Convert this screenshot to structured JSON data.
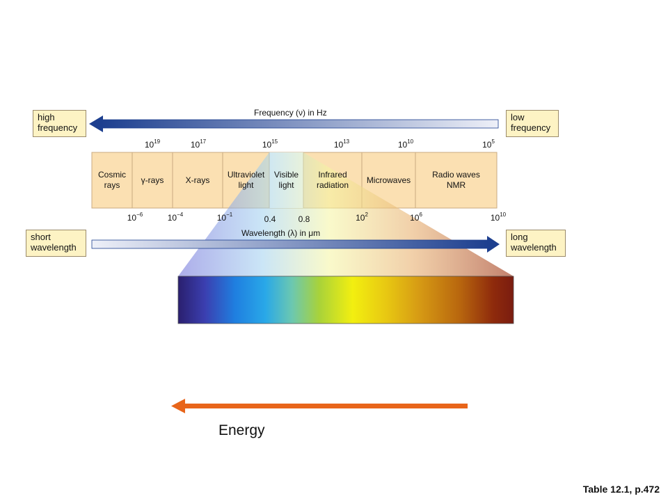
{
  "frequency_axis": {
    "title": "Frequency (ν) in Hz",
    "left_label": "high\nfrequency",
    "right_label": "low\nfrequency",
    "ticks": [
      {
        "base": "10",
        "exp": "19"
      },
      {
        "base": "10",
        "exp": "17"
      },
      {
        "base": "10",
        "exp": "15"
      },
      {
        "base": "10",
        "exp": "13"
      },
      {
        "base": "10",
        "exp": "10"
      },
      {
        "base": "10",
        "exp": "5"
      }
    ]
  },
  "wavelength_axis": {
    "title": "Wavelength (λ) in μm",
    "left_label": "short\nwavelength",
    "right_label": "long\nwavelength",
    "ticks": [
      {
        "base": "10",
        "exp": "−6"
      },
      {
        "base": "10",
        "exp": "−4"
      },
      {
        "base": "10",
        "exp": "−1"
      },
      {
        "base": "0.4",
        "exp": ""
      },
      {
        "base": "0.8",
        "exp": ""
      },
      {
        "base": "10",
        "exp": "2"
      },
      {
        "base": "10",
        "exp": "6"
      },
      {
        "base": "10",
        "exp": "10"
      }
    ]
  },
  "regions": [
    {
      "label": "Cosmic\nrays"
    },
    {
      "label": "γ-rays"
    },
    {
      "label": "X-rays"
    },
    {
      "label": "Ultraviolet\nlight"
    },
    {
      "label": "Visible\nlight"
    },
    {
      "label": "Infrared\nradiation"
    },
    {
      "label": "Microwaves"
    },
    {
      "label": "Radio waves\nNMR"
    }
  ],
  "energy_label": "Energy",
  "caption": "Table 12.1, p.472",
  "colors": {
    "band_fill": "#fbe0b2",
    "band_border": "#c8aa80",
    "visible_fill": "#ffffff",
    "freq_arrow": "#1d3f8f",
    "energy_arrow": "#e8651a",
    "label_box": "#fdf3c4"
  }
}
